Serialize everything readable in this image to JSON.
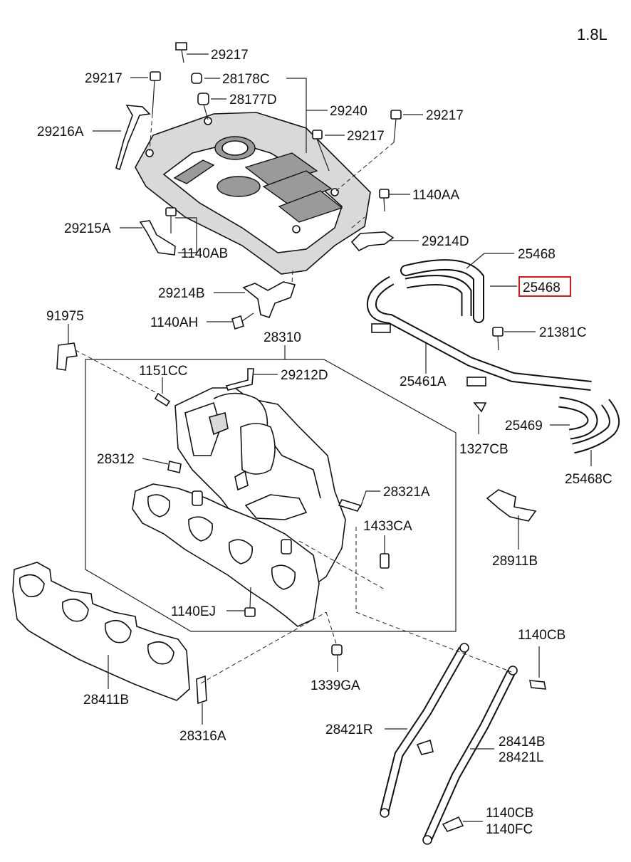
{
  "engine": "1.8L",
  "labels": {
    "p29217_a": "29217",
    "p29217_b": "29217",
    "p28178C": "28178C",
    "p28177D": "28177D",
    "p29240": "29240",
    "p29217_c": "29217",
    "p29217_d": "29217",
    "p29216A": "29216A",
    "p1140AA": "1140AA",
    "p29215A": "29215A",
    "p1140AB": "1140AB",
    "p29214D": "29214D",
    "p25468_a": "25468",
    "p25468_b": "25468",
    "p29214B": "29214B",
    "p1140AH": "1140AH",
    "p91975": "91975",
    "p28310": "28310",
    "p21381C": "21381C",
    "p1151CC": "1151CC",
    "p29212D": "29212D",
    "p25461A": "25461A",
    "p28312": "28312",
    "p25469": "25469",
    "p1327CB": "1327CB",
    "p25468C": "25468C",
    "p28321A": "28321A",
    "p1433CA": "1433CA",
    "p28911B": "28911B",
    "p1140EJ": "1140EJ",
    "p1140CB_a": "1140CB",
    "p28411B": "28411B",
    "p1339GA": "1339GA",
    "p28316A": "28316A",
    "p28421R": "28421R",
    "p28414B": "28414B",
    "p28421L": "28421L",
    "p1140CB_b": "1140CB",
    "p1140FC": "1140FC"
  },
  "highlight": {
    "part": "25468",
    "color": "#d81818"
  }
}
